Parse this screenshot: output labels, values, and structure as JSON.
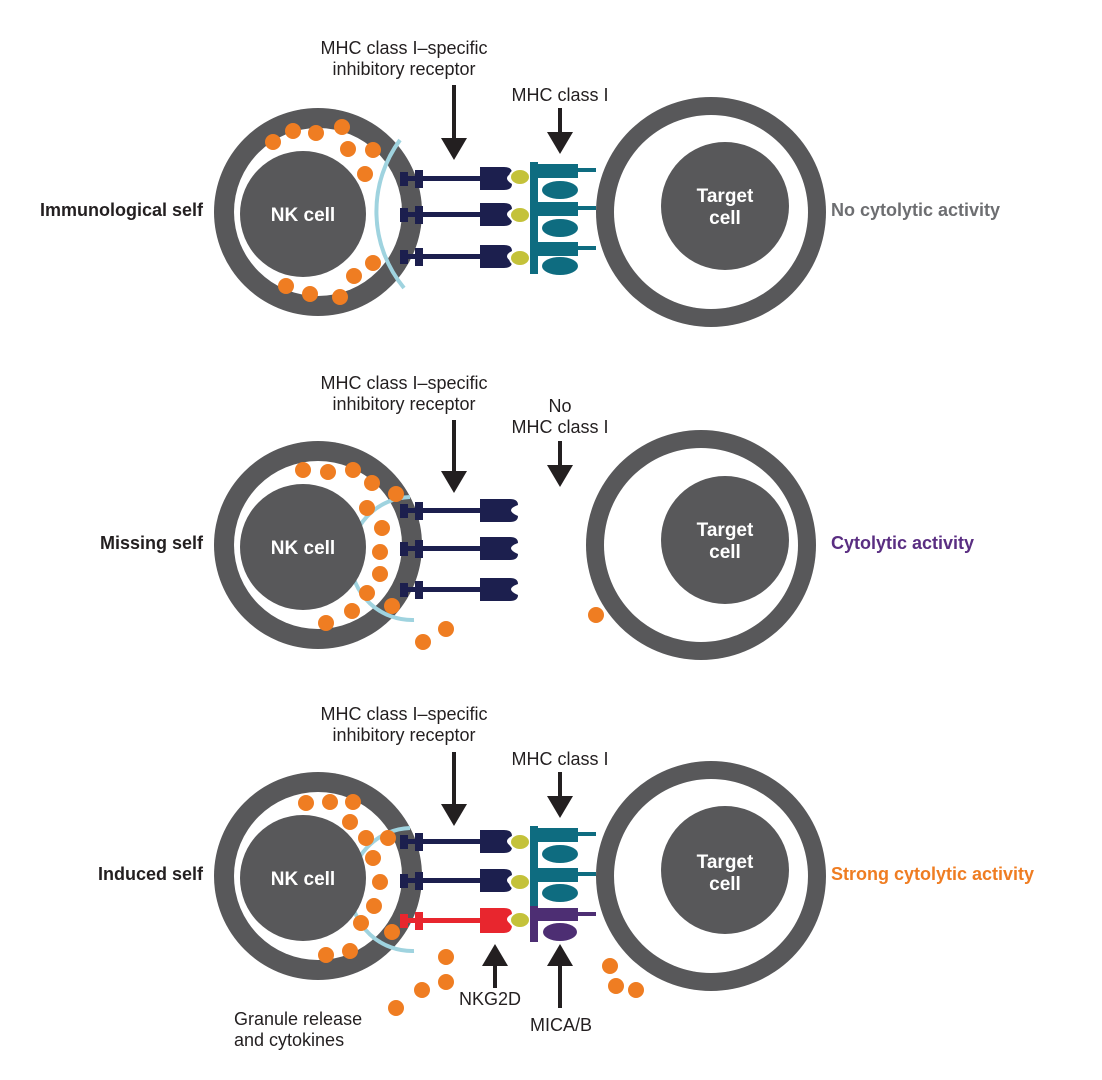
{
  "colors": {
    "cell_gray": "#58585a",
    "granule_orange": "#ef7d22",
    "synapse_blue": "#9fd3df",
    "receptor_navy": "#1c1f4e",
    "mhc_teal": "#0e6c80",
    "peptide_yellow": "#c4c23a",
    "nkg2d_red": "#e8262e",
    "mica_purple": "#4d2e73",
    "no_activity_gray": "#6d6e71",
    "activity_purple": "#5a2e82",
    "strong_activity_orange": "#ef7d22"
  },
  "panels": [
    {
      "row_label": "Immunological self",
      "nk_label": "NK cell",
      "target_label_1": "Target",
      "target_label_2": "cell",
      "receptor_label_1": "MHC class I–specific",
      "receptor_label_2": "inhibitory receptor",
      "mhc_label_1": "",
      "mhc_label_2": "MHC class I",
      "outcome": "No cytolytic activity"
    },
    {
      "row_label": "Missing self",
      "nk_label": "NK cell",
      "target_label_1": "Target",
      "target_label_2": "cell",
      "receptor_label_1": "MHC class I–specific",
      "receptor_label_2": "inhibitory receptor",
      "mhc_label_1": "No",
      "mhc_label_2": "MHC class I",
      "outcome": "Cytolytic activity"
    },
    {
      "row_label": "Induced self",
      "nk_label": "NK cell",
      "target_label_1": "Target",
      "target_label_2": "cell",
      "receptor_label_1": "MHC class I–specific",
      "receptor_label_2": "inhibitory receptor",
      "mhc_label_1": "",
      "mhc_label_2": "MHC class I",
      "outcome": "Strong cytolytic activity",
      "nkg2d_label": "NKG2D",
      "mica_label": "MICA/B",
      "granule_label_1": "Granule release",
      "granule_label_2": "and cytokines"
    }
  ]
}
